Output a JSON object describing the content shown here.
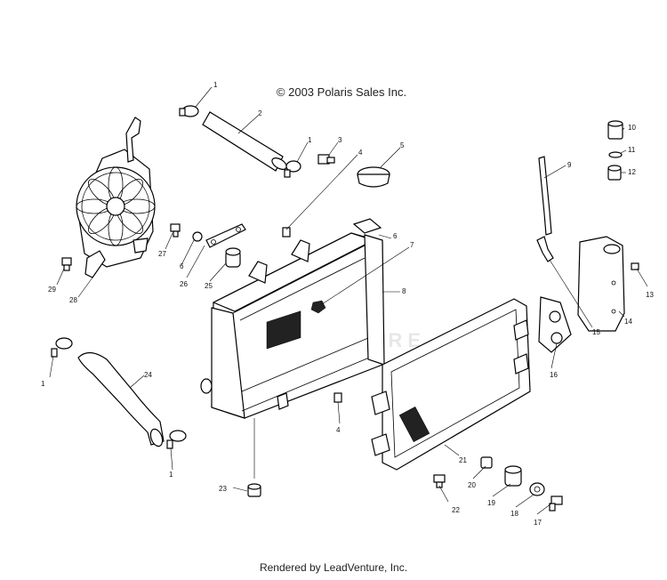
{
  "header": {
    "copyright": "© 2003 Polaris Sales Inc."
  },
  "footer": {
    "rendered_by": "Rendered by LeadVenture, Inc."
  },
  "watermark": {
    "text": "LEADVENTURE"
  },
  "callouts": [
    "1",
    "2",
    "1",
    "3",
    "4",
    "5",
    "6",
    "7",
    "8",
    "9",
    "10",
    "11",
    "12",
    "13",
    "14",
    "15",
    "16",
    "17",
    "18",
    "19",
    "20",
    "21",
    "22",
    "23",
    "24",
    "1",
    "1",
    "4",
    "25",
    "26",
    "6",
    "27",
    "28",
    "29"
  ]
}
